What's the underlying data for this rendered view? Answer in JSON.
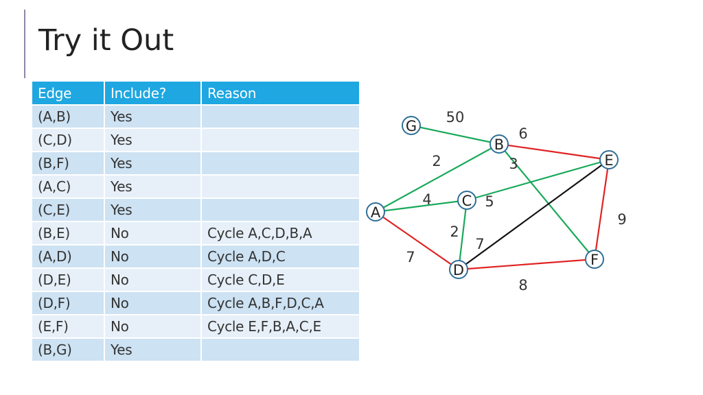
{
  "page": {
    "title": "Try it Out"
  },
  "table": {
    "headers": [
      "Edge",
      "Include?",
      "Reason"
    ],
    "rows": [
      [
        "(A,B)",
        "Yes",
        ""
      ],
      [
        "(C,D)",
        "Yes",
        ""
      ],
      [
        "(B,F)",
        "Yes",
        ""
      ],
      [
        "(A,C)",
        "Yes",
        ""
      ],
      [
        "(C,E)",
        "Yes",
        ""
      ],
      [
        "(B,E)",
        "No",
        "Cycle A,C,D,B,A"
      ],
      [
        "(A,D)",
        "No",
        "Cycle A,D,C"
      ],
      [
        "(D,E)",
        "No",
        "Cycle C,D,E"
      ],
      [
        "(D,F)",
        "No",
        "Cycle A,B,F,D,C,A"
      ],
      [
        "(E,F)",
        "No",
        "Cycle E,F,B,A,C,E"
      ],
      [
        "(B,G)",
        "Yes",
        ""
      ]
    ]
  },
  "graph": {
    "colors": {
      "included": "#19a95a",
      "rejected": "#e02222",
      "pending": "#111111",
      "node_border": "#2f6f96"
    },
    "nodes": [
      {
        "id": "G",
        "label": "G"
      },
      {
        "id": "B",
        "label": "B"
      },
      {
        "id": "E",
        "label": "E"
      },
      {
        "id": "C",
        "label": "C"
      },
      {
        "id": "A",
        "label": "A"
      },
      {
        "id": "D",
        "label": "D"
      },
      {
        "id": "F",
        "label": "F"
      }
    ],
    "edges": [
      {
        "from": "G",
        "to": "B",
        "weight": "50",
        "status": "included"
      },
      {
        "from": "B",
        "to": "E",
        "weight": "6",
        "status": "rejected"
      },
      {
        "from": "A",
        "to": "B",
        "weight": "2",
        "status": "included"
      },
      {
        "from": "B",
        "to": "F",
        "weight": "3",
        "status": "included"
      },
      {
        "from": "C",
        "to": "E",
        "weight": "5",
        "status": "included"
      },
      {
        "from": "A",
        "to": "C",
        "weight": "4",
        "status": "included"
      },
      {
        "from": "C",
        "to": "D",
        "weight": "2",
        "status": "included"
      },
      {
        "from": "D",
        "to": "E",
        "weight": "7",
        "status": "pending"
      },
      {
        "from": "A",
        "to": "D",
        "weight": "7",
        "status": "rejected"
      },
      {
        "from": "D",
        "to": "F",
        "weight": "8",
        "status": "rejected"
      },
      {
        "from": "E",
        "to": "F",
        "weight": "9",
        "status": "rejected"
      }
    ]
  }
}
